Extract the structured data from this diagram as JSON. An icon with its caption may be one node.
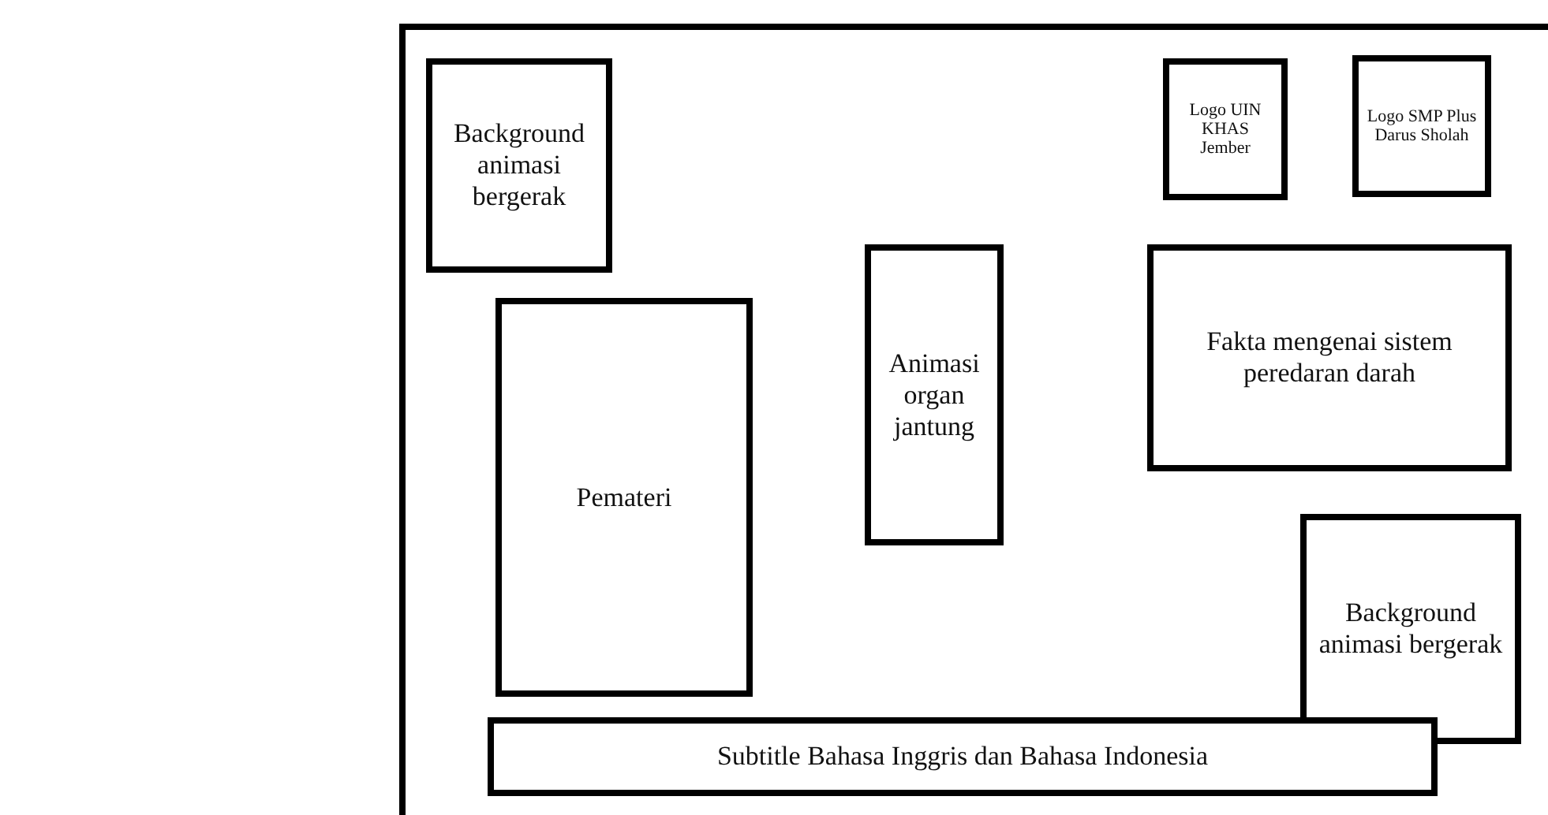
{
  "diagram": {
    "nodes": [
      {
        "text": [],
        "shape": "box"
      },
      {
        "text": [
          "Background animasi bergerak"
        ],
        "in": 0
      },
      {
        "text": [
          "Logo UIN KHAS Jember"
        ],
        "in": 0
      },
      {
        "text": [
          "Logo SMP Plus Darus Sholah"
        ],
        "in": 0
      },
      {
        "text": [
          "Animasi organ jantung"
        ],
        "in": 0
      },
      {
        "text": [
          "Fakta mengenai sistem peredaran darah"
        ],
        "in": 0
      },
      {
        "text": [
          "Pemateri"
        ],
        "in": 0
      },
      {
        "text": [
          "Background animasi bergerak"
        ],
        "in": 0
      },
      {
        "text": [
          "Subtitle Bahasa Inggris dan Bahasa Indonesia"
        ],
        "in": 0
      }
    ]
  }
}
